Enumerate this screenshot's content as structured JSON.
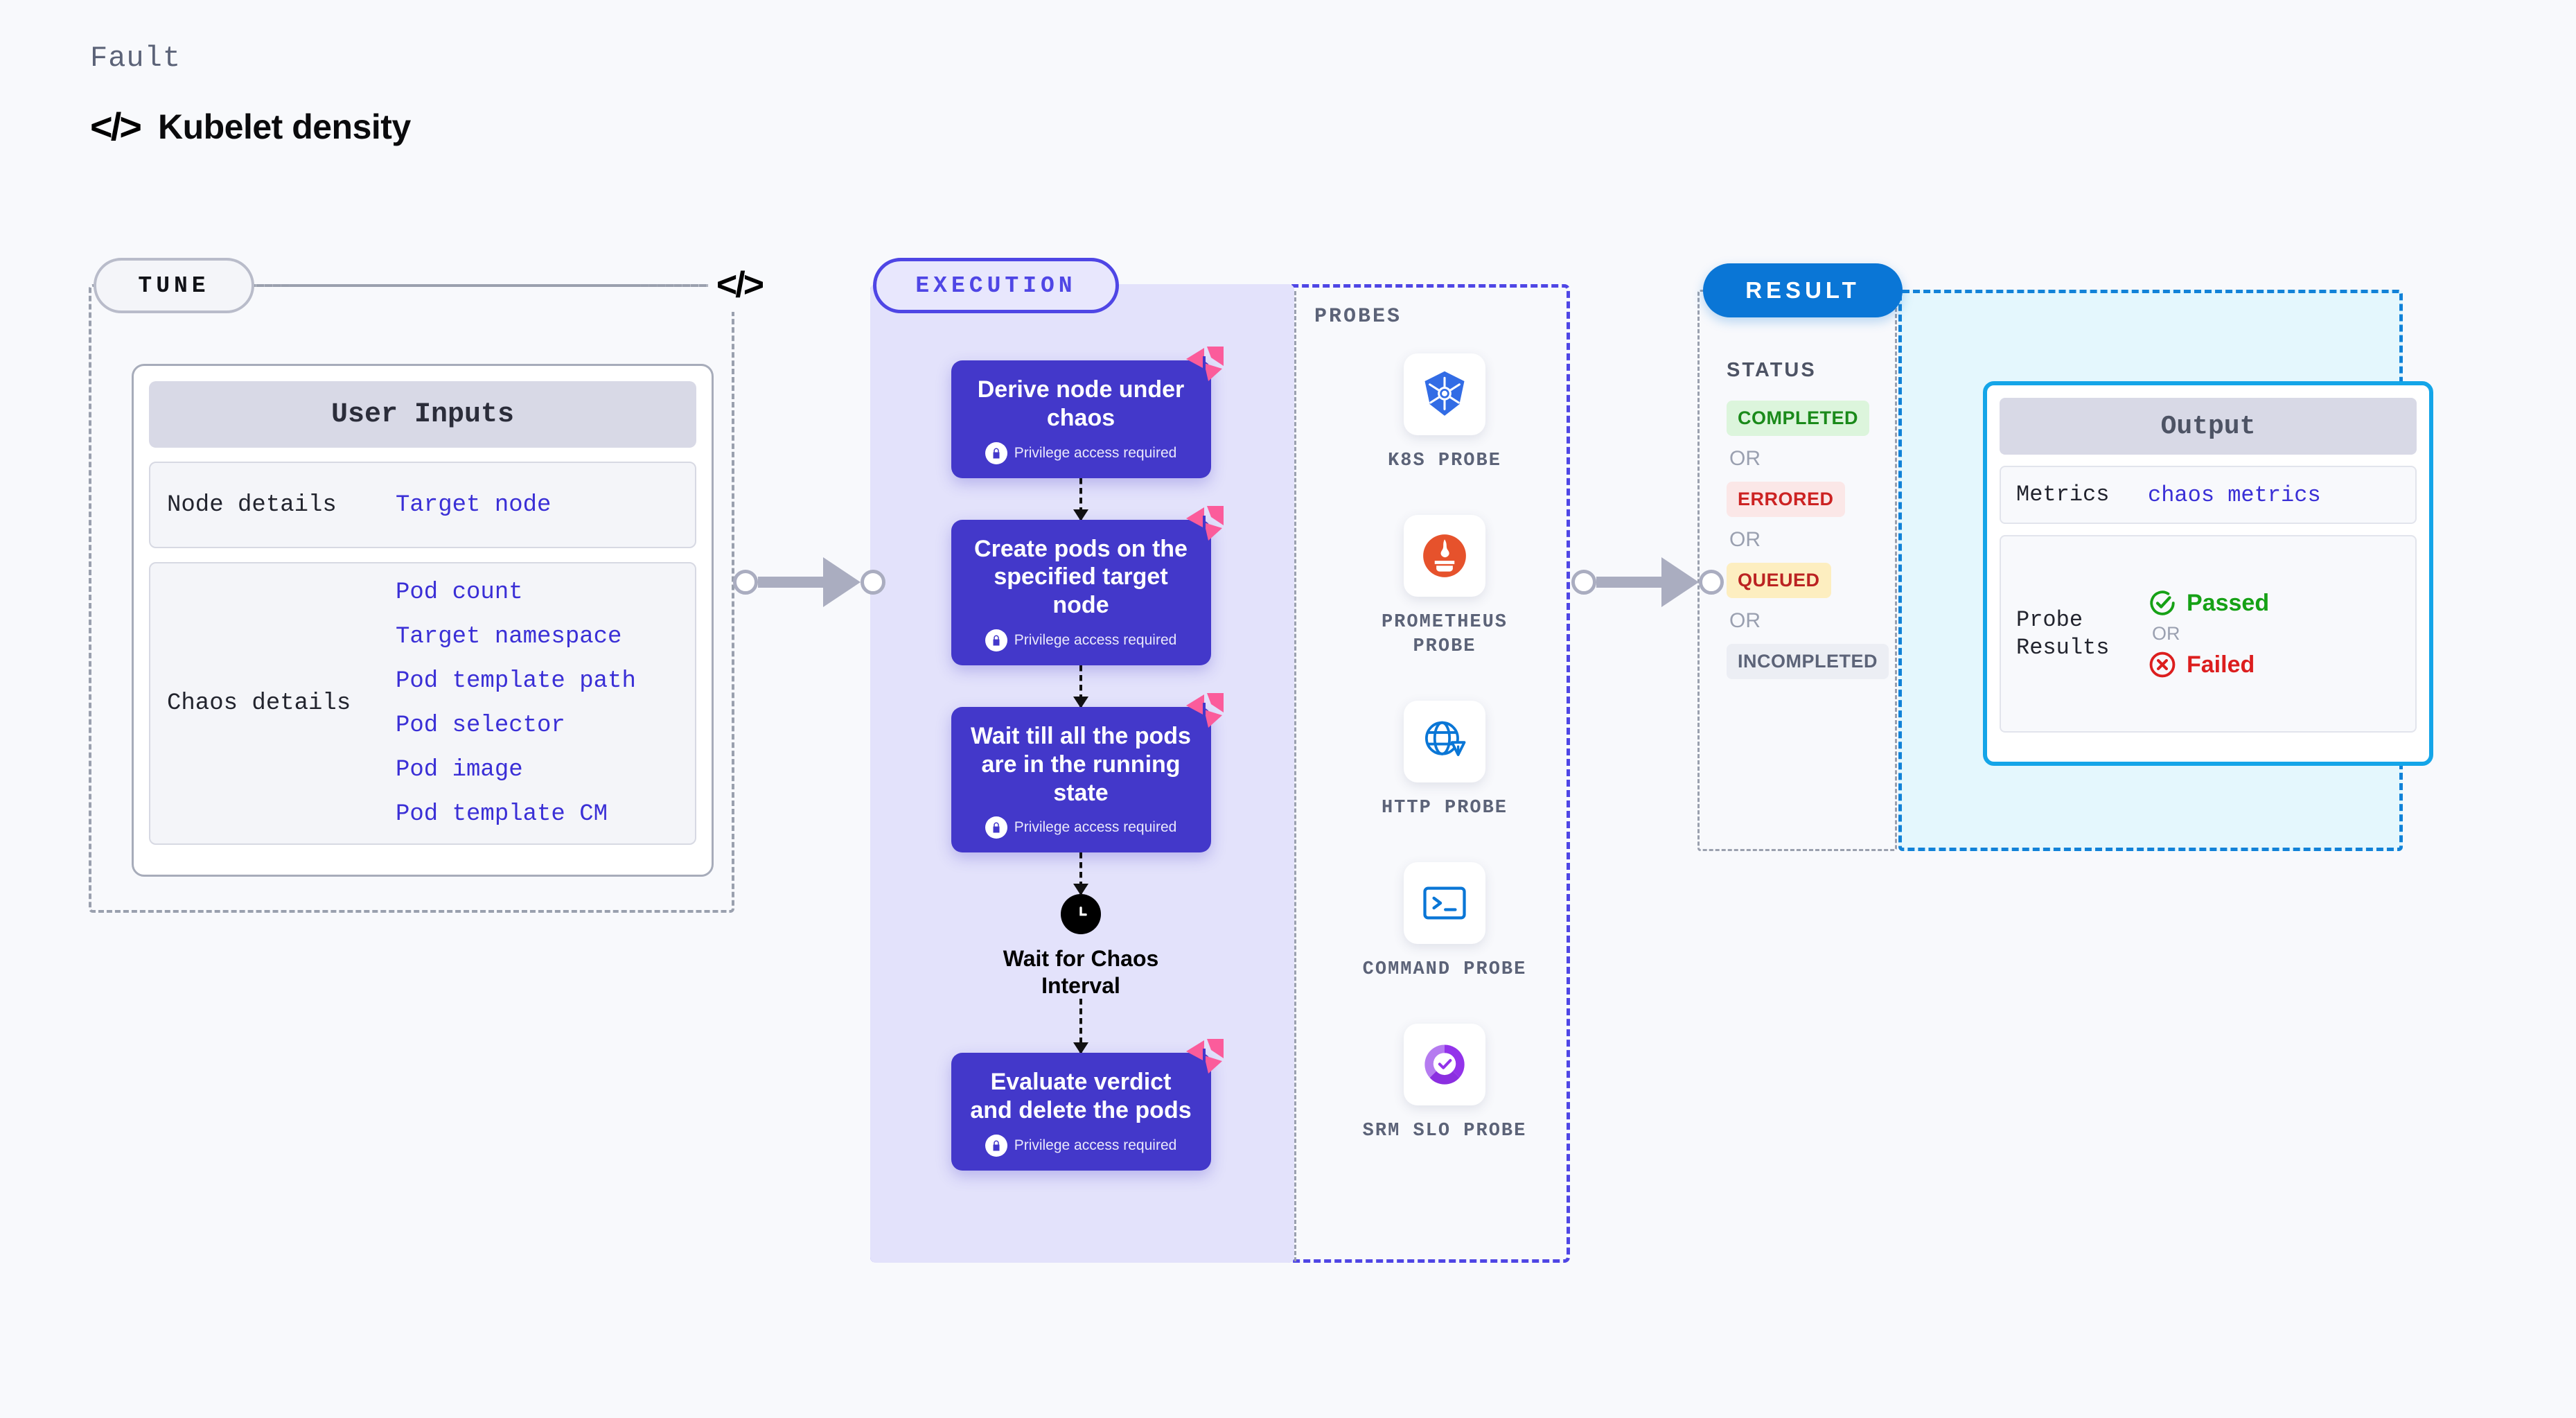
{
  "header": {
    "eyebrow": "Fault",
    "code_icon": "</>",
    "title": "Kubelet density"
  },
  "tune": {
    "pill_label": "TUNE",
    "code_icon": "</>",
    "card_title": "User Inputs",
    "groups": [
      {
        "label": "Node details",
        "values": [
          "Target node"
        ]
      },
      {
        "label": "Chaos details",
        "values": [
          "Pod count",
          "Target namespace",
          "Pod template path",
          "Pod selector",
          "Pod image",
          "Pod template CM"
        ]
      }
    ]
  },
  "execution": {
    "pill_label": "EXECUTION",
    "privilege_note": "Privilege access required",
    "steps": [
      {
        "title": "Derive node under chaos",
        "privileged": true
      },
      {
        "title": "Create pods on the specified target node",
        "privileged": true
      },
      {
        "title": "Wait till all the pods are in the running state",
        "privileged": true
      }
    ],
    "wait_node": {
      "label": "Wait for Chaos Interval",
      "icon": "clock-icon"
    },
    "final_step": {
      "title": "Evaluate verdict and delete the pods",
      "privileged": true
    }
  },
  "probes": {
    "section_label": "PROBES",
    "items": [
      {
        "label": "K8S PROBE",
        "icon": "kubernetes-icon"
      },
      {
        "label": "PROMETHEUS PROBE",
        "icon": "prometheus-icon"
      },
      {
        "label": "HTTP PROBE",
        "icon": "globe-warning-icon"
      },
      {
        "label": "COMMAND PROBE",
        "icon": "terminal-icon"
      },
      {
        "label": "SRM SLO PROBE",
        "icon": "srm-slo-icon"
      }
    ]
  },
  "result": {
    "pill_label": "RESULT",
    "status_label": "STATUS",
    "or_label": "OR",
    "statuses": [
      {
        "label": "COMPLETED",
        "tone": "completed"
      },
      {
        "label": "ERRORED",
        "tone": "errored"
      },
      {
        "label": "QUEUED",
        "tone": "queued"
      },
      {
        "label": "INCOMPLETED",
        "tone": "incompleted"
      }
    ],
    "output": {
      "title": "Output",
      "metrics_label": "Metrics",
      "metrics_value": "chaos metrics",
      "probe_results_label": "Probe Results",
      "passed_label": "Passed",
      "failed_label": "Failed",
      "or_label": "OR"
    }
  },
  "colors": {
    "indigo": "#4338ca",
    "indigo_border": "#4f46e5",
    "pink": "#fb5c9b",
    "blue_result": "#0a76d6",
    "cyan_border": "#14a5e8",
    "link_blue": "#3a2fd6",
    "green": "#16a116",
    "red": "#dc1e1e"
  }
}
